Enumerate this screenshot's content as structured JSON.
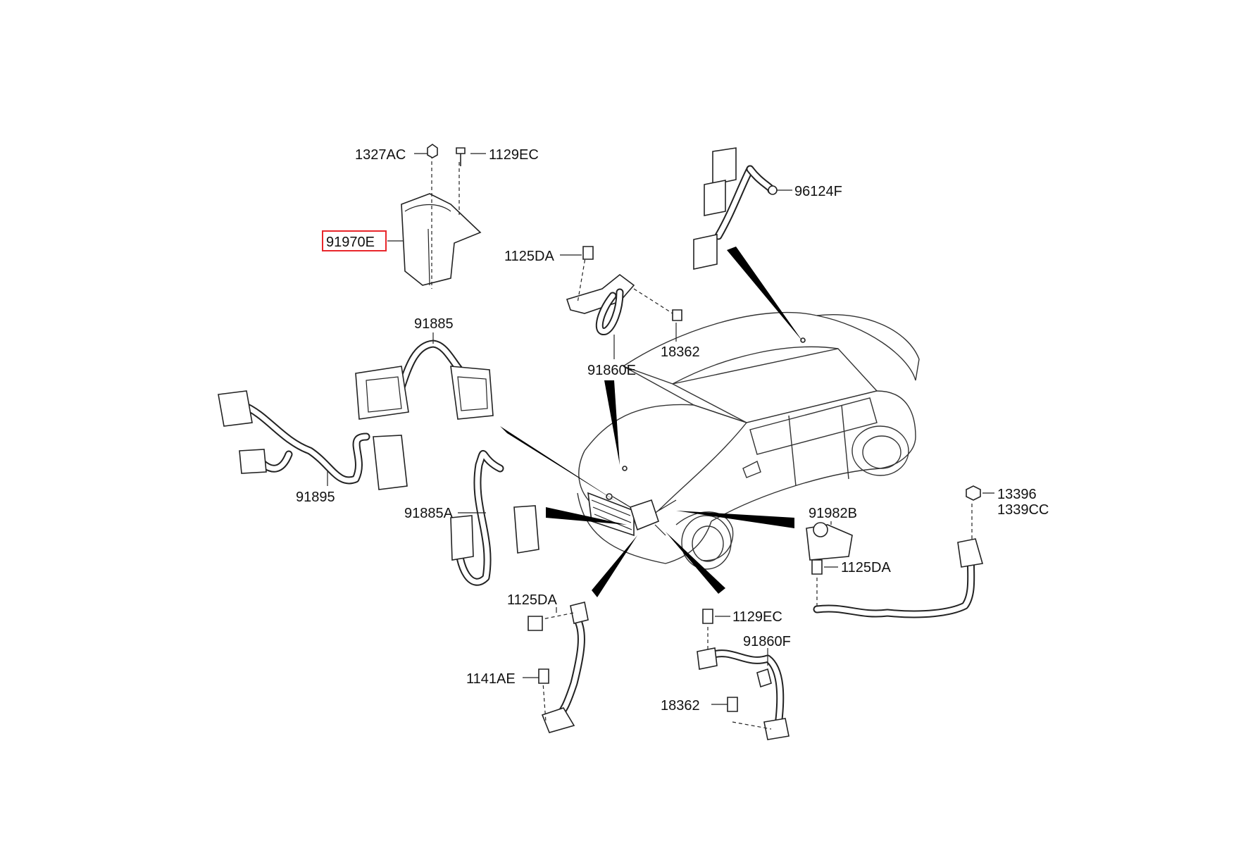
{
  "diagram": {
    "highlighted_part": "91970E",
    "highlight_color": "#e8262b",
    "labels": [
      {
        "id": "1327AC",
        "text": "1327AC"
      },
      {
        "id": "1129EC_top",
        "text": "1129EC"
      },
      {
        "id": "91970E",
        "text": "91970E"
      },
      {
        "id": "96124F",
        "text": "96124F"
      },
      {
        "id": "1125DA_top",
        "text": "1125DA"
      },
      {
        "id": "91885",
        "text": "91885"
      },
      {
        "id": "18362_top",
        "text": "18362"
      },
      {
        "id": "91860E",
        "text": "91860E"
      },
      {
        "id": "91895",
        "text": "91895"
      },
      {
        "id": "91885A",
        "text": "91885A"
      },
      {
        "id": "91982B",
        "text": "91982B"
      },
      {
        "id": "13396",
        "text": "13396"
      },
      {
        "id": "1339CC",
        "text": "1339CC"
      },
      {
        "id": "1125DA_right",
        "text": "1125DA"
      },
      {
        "id": "1125DA_bottom",
        "text": "1125DA"
      },
      {
        "id": "1129EC_bottom",
        "text": "1129EC"
      },
      {
        "id": "91860F",
        "text": "91860F"
      },
      {
        "id": "1141AE",
        "text": "1141AE"
      },
      {
        "id": "18362_bottom",
        "text": "18362"
      }
    ]
  }
}
